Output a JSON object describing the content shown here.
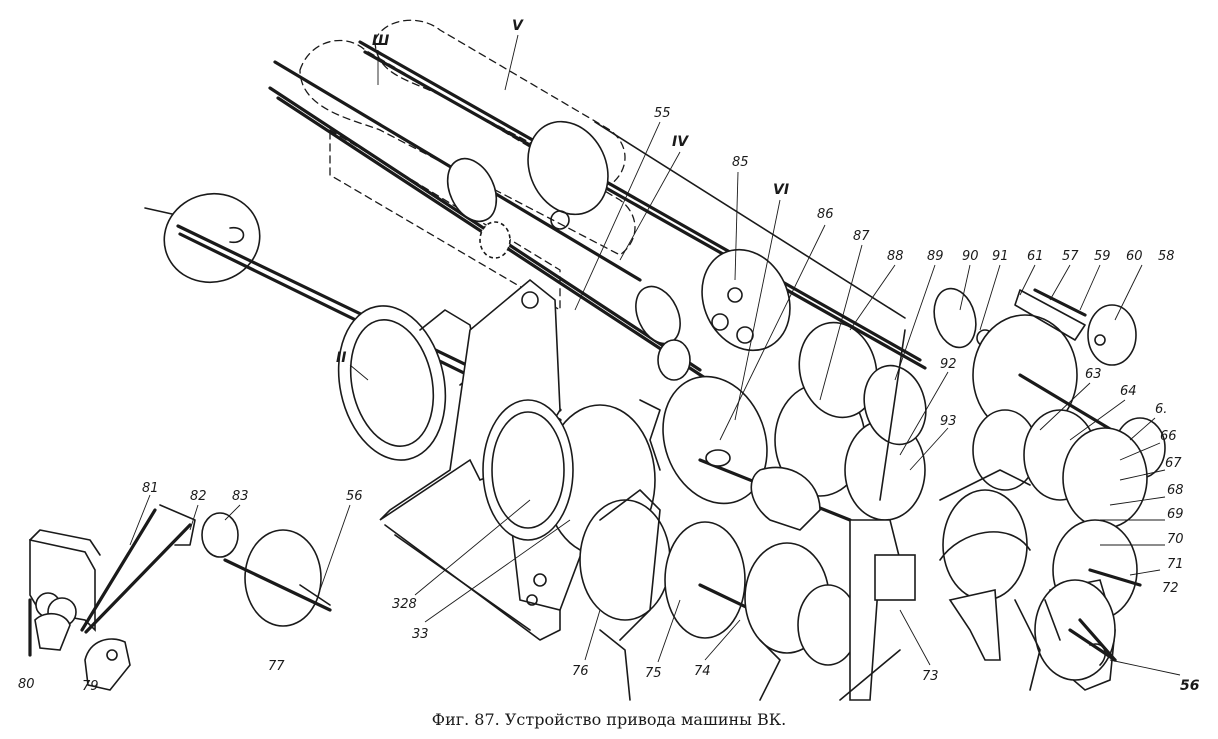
{
  "caption": "Фиг. 87. Устройство привода машины ВК.",
  "labels": [
    {
      "id": "III",
      "text": "Ш"
    },
    {
      "id": "V-top",
      "text": "V"
    },
    {
      "id": "55",
      "text": "55"
    },
    {
      "id": "IV",
      "text": "IV"
    },
    {
      "id": "85",
      "text": "85"
    },
    {
      "id": "VI",
      "text": "VI"
    },
    {
      "id": "86",
      "text": "86"
    },
    {
      "id": "87",
      "text": "87"
    },
    {
      "id": "88",
      "text": "88"
    },
    {
      "id": "89",
      "text": "89"
    },
    {
      "id": "90",
      "text": "90"
    },
    {
      "id": "91",
      "text": "91"
    },
    {
      "id": "61",
      "text": "61"
    },
    {
      "id": "57",
      "text": "57"
    },
    {
      "id": "59",
      "text": "59"
    },
    {
      "id": "60",
      "text": "60"
    },
    {
      "id": "58",
      "text": "58"
    },
    {
      "id": "II",
      "text": "II"
    },
    {
      "id": "92",
      "text": "92"
    },
    {
      "id": "93",
      "text": "93"
    },
    {
      "id": "63",
      "text": "63"
    },
    {
      "id": "64",
      "text": "64"
    },
    {
      "id": "65",
      "text": "6."
    },
    {
      "id": "66",
      "text": "66"
    },
    {
      "id": "67",
      "text": "67"
    },
    {
      "id": "68",
      "text": "68"
    },
    {
      "id": "69",
      "text": "69"
    },
    {
      "id": "70",
      "text": "70"
    },
    {
      "id": "71",
      "text": "71"
    },
    {
      "id": "72",
      "text": "72"
    },
    {
      "id": "81",
      "text": "81"
    },
    {
      "id": "82",
      "text": "82"
    },
    {
      "id": "83",
      "text": "83"
    },
    {
      "id": "56-left",
      "text": "56"
    },
    {
      "id": "328",
      "text": "328"
    },
    {
      "id": "33",
      "text": "33"
    },
    {
      "id": "76",
      "text": "76"
    },
    {
      "id": "75",
      "text": "75"
    },
    {
      "id": "74",
      "text": "74"
    },
    {
      "id": "73",
      "text": "73"
    },
    {
      "id": "77",
      "text": "77"
    },
    {
      "id": "80",
      "text": "80"
    },
    {
      "id": "79",
      "text": "79"
    },
    {
      "id": "56-right",
      "text": "56"
    }
  ]
}
